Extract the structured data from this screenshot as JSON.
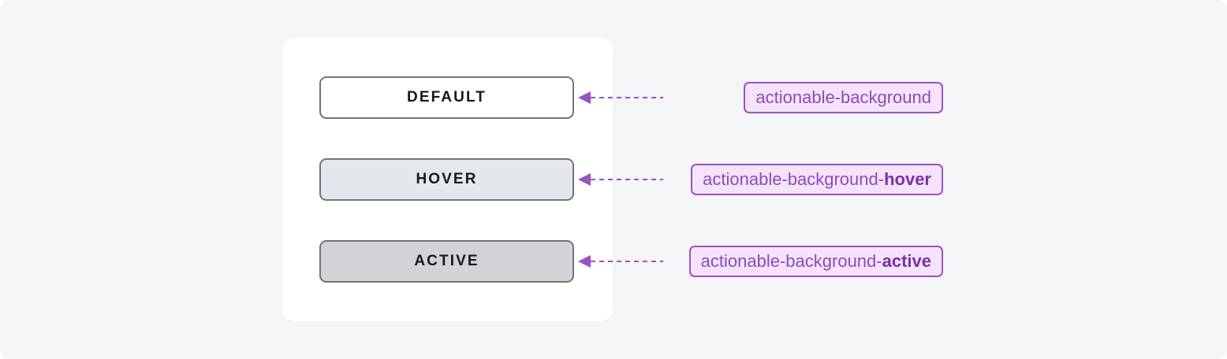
{
  "theme": {
    "page_background": "#f4f5f7",
    "card_background": "#ffffff",
    "button_border": "#70747c",
    "button_text": "#16181c",
    "accent_purple": "#9b51c4",
    "label_background": "#f5e3fb",
    "label_text": "#8e4bb5",
    "label_suffix_text": "#7b2fa8"
  },
  "rows": [
    {
      "button_label": "DEFAULT",
      "button_fill": "#ffffff",
      "token_prefix": "actionable-background",
      "token_suffix": ""
    },
    {
      "button_label": "HOVER",
      "button_fill": "#e4e8ec",
      "token_prefix": "actionable-background-",
      "token_suffix": "hover"
    },
    {
      "button_label": "ACTIVE",
      "button_fill": "#d2d3d6",
      "token_prefix": "actionable-background-",
      "token_suffix": "active"
    }
  ]
}
